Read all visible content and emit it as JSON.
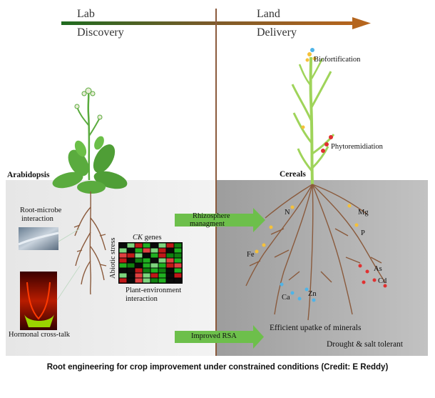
{
  "header": {
    "lab": "Lab",
    "discovery": "Discovery",
    "land": "Land",
    "delivery": "Delivery"
  },
  "left": {
    "plant_label": "Arabidopsis",
    "root_microbe": [
      "Root-microbe",
      "interaction"
    ],
    "ck_genes_italic": "CK",
    "ck_genes_rest": " genes",
    "abiotic_stress": "Abiotic stress",
    "plant_env": [
      "Plant-environment",
      "interaction"
    ],
    "hormonal": "Hormonal cross-talk"
  },
  "arrows": {
    "rhizosphere": [
      "Rhizosphere",
      "managment"
    ],
    "improved_rsa": "Improved RSA"
  },
  "right": {
    "plant_label": "Cereals",
    "biofortification": "Biofortification",
    "phytoremidiation": "Phytoremidiation",
    "nutrients": {
      "n": "N",
      "mg": "Mg",
      "p": "P",
      "fe": "Fe",
      "as": "As",
      "cd": "Cd",
      "ca": "Ca",
      "zn": "Zn"
    },
    "efficient": "Efficient upatke of minerals",
    "drought": "Drought & salt tolerant"
  },
  "caption": "Root engineering for crop improvement under constrained conditions (Credit: E Reddy)",
  "colors": {
    "soil_left": "#ececec",
    "soil_right": "#a9a9a9",
    "root": "#8a5a3c",
    "leaf": "#5aab3e",
    "stalk": "#9fd45a",
    "arrow_green": "#6dbf4b",
    "divider": "#8b5a3c"
  }
}
